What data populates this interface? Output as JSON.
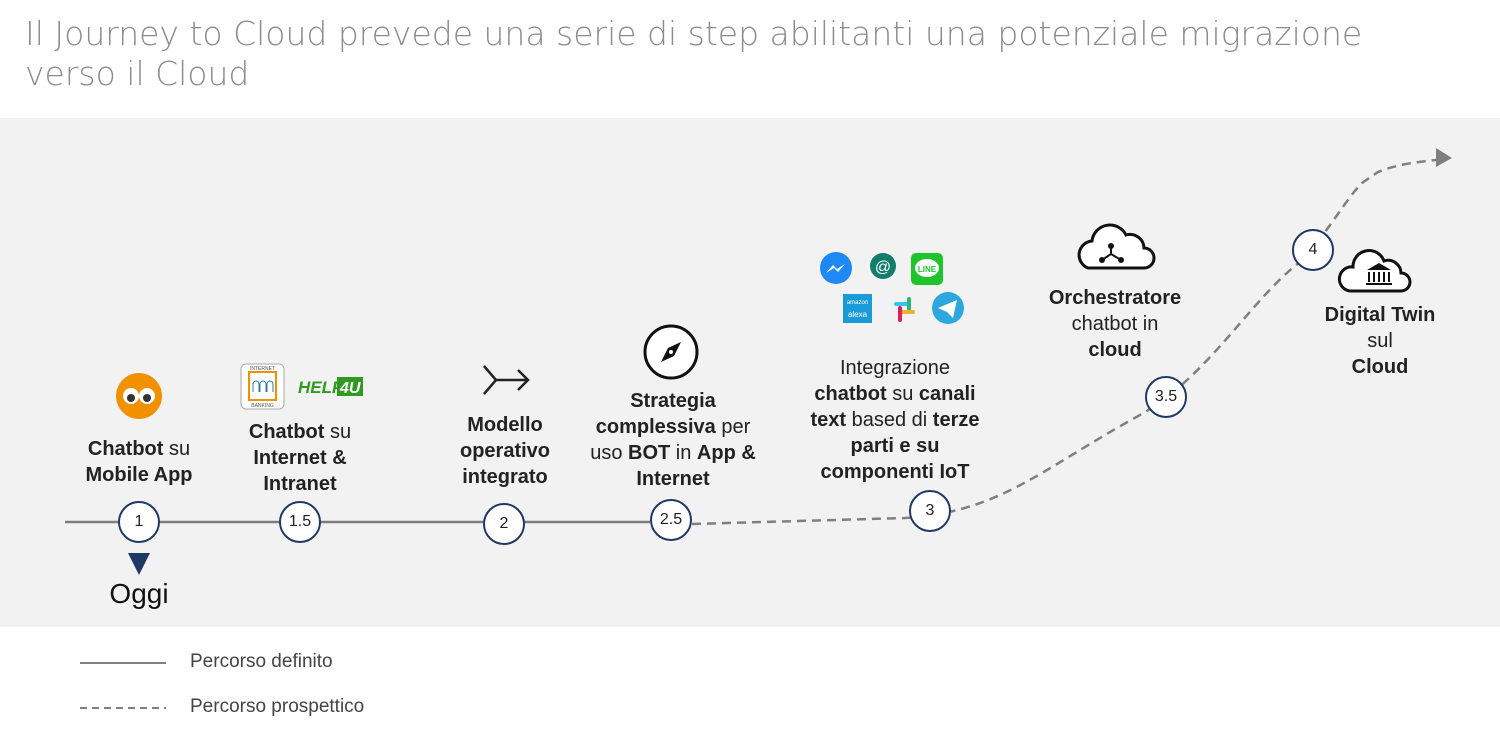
{
  "title": "Il Journey to Cloud prevede una serie di step abilitanti una potenziale migrazione verso il Cloud",
  "nodes": [
    "1",
    "1.5",
    "2",
    "2.5",
    "3",
    "3.5",
    "4"
  ],
  "today_label": "Oggi",
  "steps": [
    [
      {
        "t": "Chatbot",
        "b": true
      },
      {
        "t": " su",
        "b": false
      },
      {
        "br": true
      },
      {
        "t": "Mobile App",
        "b": true
      }
    ],
    [
      {
        "t": "Chatbot",
        "b": true
      },
      {
        "t": " su",
        "b": false
      },
      {
        "br": true
      },
      {
        "t": "Internet &",
        "b": true
      },
      {
        "br": true
      },
      {
        "t": "Intranet",
        "b": true
      }
    ],
    [
      {
        "t": "Modello",
        "b": true
      },
      {
        "br": true
      },
      {
        "t": "operativo",
        "b": true
      },
      {
        "br": true
      },
      {
        "t": "integrato",
        "b": true
      }
    ],
    [
      {
        "t": "Strategia",
        "b": true
      },
      {
        "br": true
      },
      {
        "t": "complessiva",
        "b": true
      },
      {
        "t": " per",
        "b": false
      },
      {
        "br": true
      },
      {
        "t": "uso ",
        "b": false
      },
      {
        "t": "BOT",
        "b": true
      },
      {
        "t": " in ",
        "b": false
      },
      {
        "t": "App &",
        "b": true
      },
      {
        "br": true
      },
      {
        "t": "Internet",
        "b": true
      }
    ],
    [
      {
        "t": "Integrazione",
        "b": false
      },
      {
        "br": true
      },
      {
        "t": "chatbot",
        "b": true
      },
      {
        "t": " su ",
        "b": false
      },
      {
        "t": "canali",
        "b": true
      },
      {
        "br": true
      },
      {
        "t": "text",
        "b": true
      },
      {
        "t": " based di ",
        "b": false
      },
      {
        "t": "terze",
        "b": true
      },
      {
        "br": true
      },
      {
        "t": "parti e su",
        "b": true
      },
      {
        "br": true
      },
      {
        "t": "componenti IoT",
        "b": true
      }
    ],
    [
      {
        "t": "Orchestratore",
        "b": true
      },
      {
        "br": true
      },
      {
        "t": "chatbot in",
        "b": false
      },
      {
        "br": true
      },
      {
        "t": "cloud",
        "b": true
      }
    ],
    [
      {
        "t": "Digital Twin",
        "b": true
      },
      {
        "t": " sul",
        "b": false
      },
      {
        "br": true
      },
      {
        "t": "Cloud",
        "b": true
      }
    ]
  ],
  "icons": {
    "internet_banking": [
      "INTERNET",
      "BANKING"
    ],
    "help4u": [
      "HELP",
      "4U"
    ],
    "line": "LINE",
    "alexa": [
      "amazon",
      "alexa"
    ]
  },
  "legend": {
    "defined": "Percorso definito",
    "prospective": "Percorso prospettico"
  },
  "colors": {
    "node_border": "#1f3864",
    "line": "#7f7f7f",
    "band": "#f2f2f2"
  }
}
